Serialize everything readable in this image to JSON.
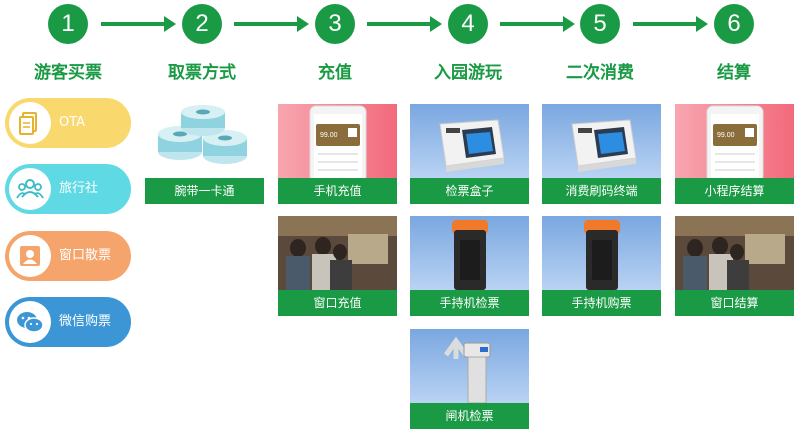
{
  "steps": [
    {
      "num": "1",
      "label": "游客买票"
    },
    {
      "num": "2",
      "label": "取票方式"
    },
    {
      "num": "3",
      "label": "充值"
    },
    {
      "num": "4",
      "label": "入园游玩"
    },
    {
      "num": "5",
      "label": "二次消费"
    },
    {
      "num": "6",
      "label": "结算"
    }
  ],
  "channels": [
    {
      "label": "OTA",
      "color": "#f9d86e",
      "icon": "document-icon"
    },
    {
      "label": "旅行社",
      "color": "#5fd9e4",
      "icon": "group-icon"
    },
    {
      "label": "窗口散票",
      "color": "#f5a46c",
      "icon": "portrait-icon"
    },
    {
      "label": "微信购票",
      "color": "#3c96d6",
      "icon": "wechat-icon"
    }
  ],
  "cards": {
    "wristband": "腕带一卡通",
    "mobile_recharge": "手机充值",
    "window_recharge": "窗口充值",
    "ticket_box": "检票盒子",
    "handheld_check": "手持机检票",
    "gate_check": "闸机检票",
    "pos_terminal": "消费刷码终端",
    "handheld_buy": "手持机购票",
    "miniapp_settle": "小程序结算",
    "window_settle": "窗口结算"
  },
  "phone_screen": {
    "amount": "99.00"
  },
  "colors": {
    "primary": "#1a9a45"
  }
}
